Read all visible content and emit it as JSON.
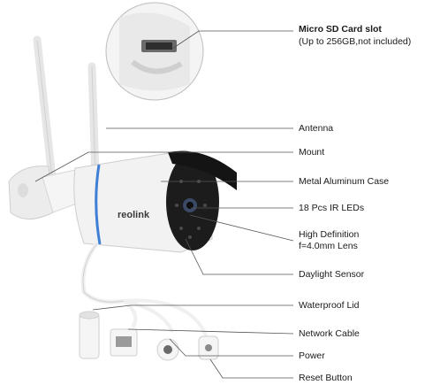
{
  "callouts": {
    "sd_title": "Micro SD Card slot",
    "sd_sub": "(Up to 256GB,not included)",
    "antenna": "Antenna",
    "mount": "Mount",
    "case": "Metal Aluminum Case",
    "ir": "18 Pcs IR LEDs",
    "lens1": "High Definition",
    "lens2": "f=4.0mm Lens",
    "daylight": "Daylight Sensor",
    "lid": "Waterproof Lid",
    "network": "Network Cable",
    "power": "Power",
    "reset": "Reset Button"
  },
  "brand": {
    "logo_text": "reolink"
  },
  "colors": {
    "accent_ring": "#3f7fd6",
    "line": "#555555",
    "body": "#f2f2f2",
    "front": "#1c1c1c"
  }
}
